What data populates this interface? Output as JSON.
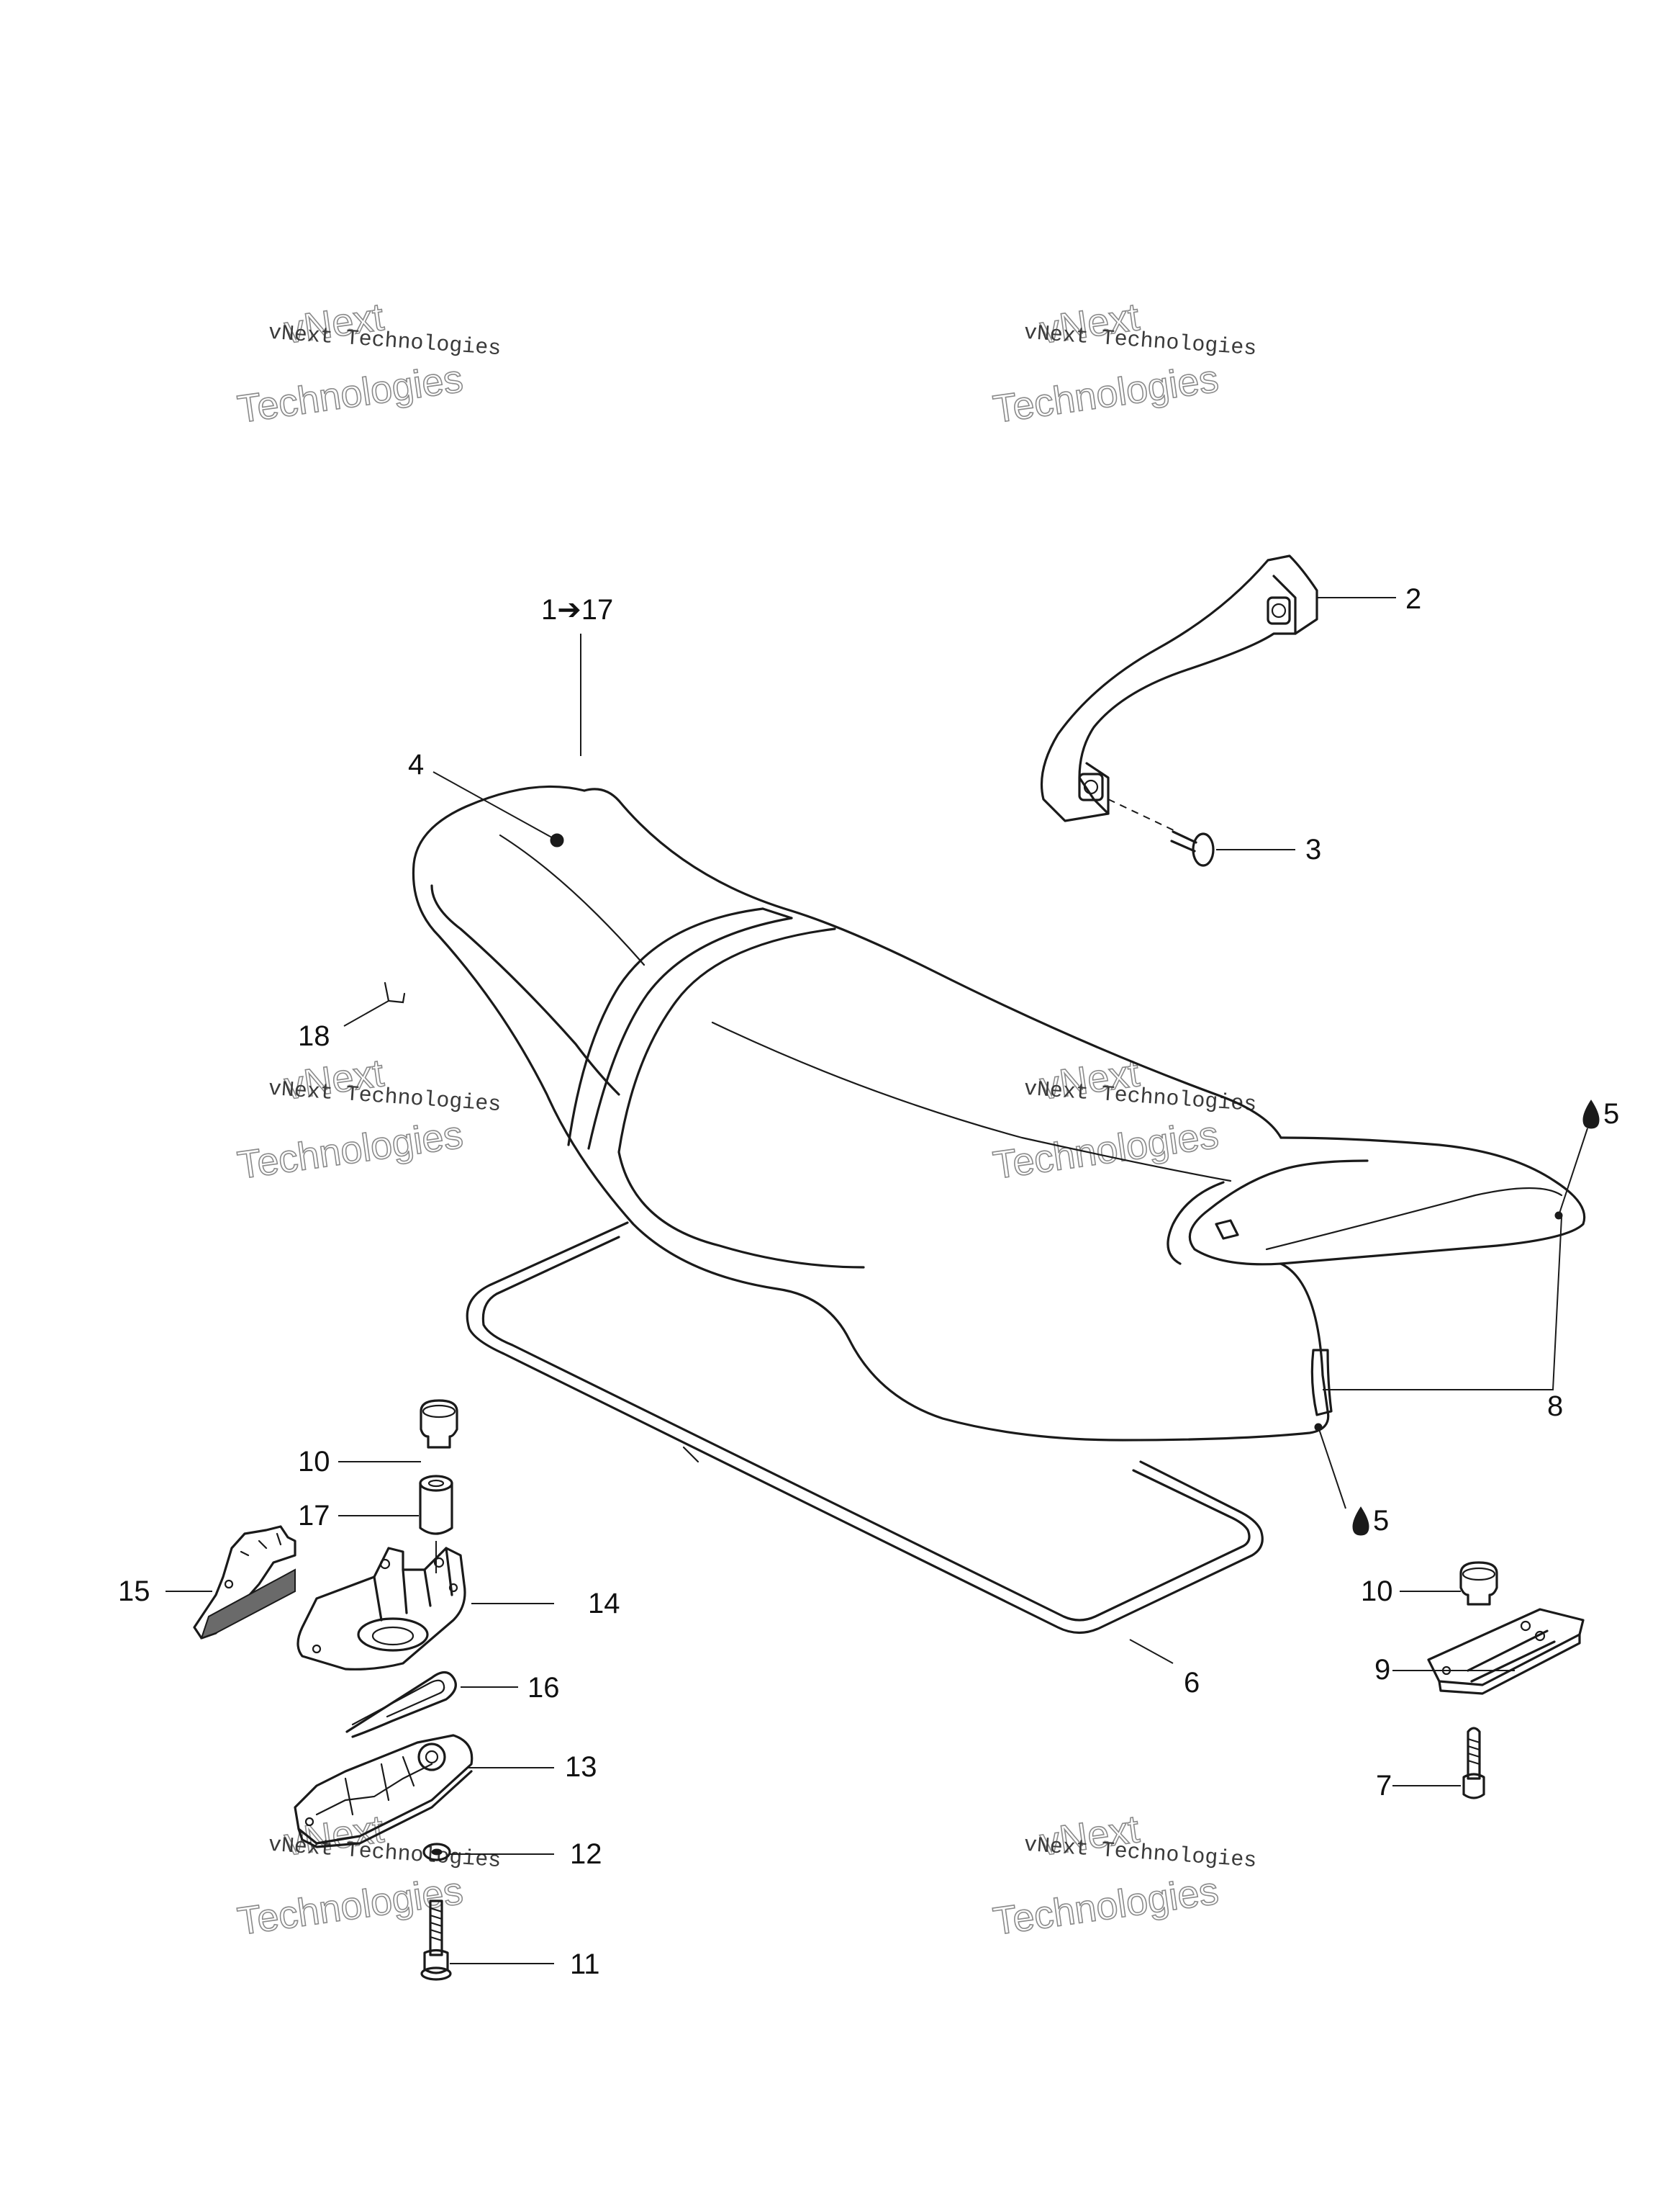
{
  "watermark": {
    "line_small": "vNext Technologies",
    "line_big_1": "vNext",
    "line_big_2": "Technologies"
  },
  "callouts": [
    {
      "id": "c-1-17",
      "text": "1➔17"
    },
    {
      "id": "c-2",
      "text": "2"
    },
    {
      "id": "c-3",
      "text": "3"
    },
    {
      "id": "c-4",
      "text": "4"
    },
    {
      "id": "c-5a",
      "text": "5"
    },
    {
      "id": "c-5b",
      "text": "5"
    },
    {
      "id": "c-6",
      "text": "6"
    },
    {
      "id": "c-7",
      "text": "7"
    },
    {
      "id": "c-8",
      "text": "8"
    },
    {
      "id": "c-9",
      "text": "9"
    },
    {
      "id": "c-10a",
      "text": "10"
    },
    {
      "id": "c-10b",
      "text": "10"
    },
    {
      "id": "c-11",
      "text": "11"
    },
    {
      "id": "c-12",
      "text": "12"
    },
    {
      "id": "c-13",
      "text": "13"
    },
    {
      "id": "c-14",
      "text": "14"
    },
    {
      "id": "c-15",
      "text": "15"
    },
    {
      "id": "c-16",
      "text": "16"
    },
    {
      "id": "c-17",
      "text": "17"
    },
    {
      "id": "c-18",
      "text": "18"
    }
  ]
}
